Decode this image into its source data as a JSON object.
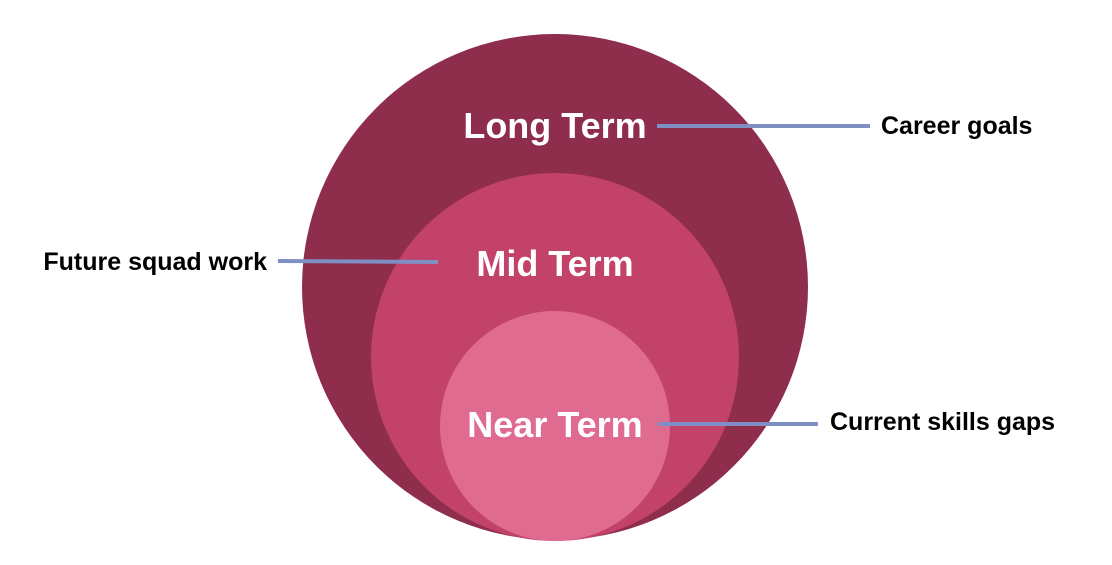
{
  "rings": {
    "outer": {
      "label": "Long Term",
      "color": "#8e2d4c"
    },
    "middle": {
      "label": "Mid Term",
      "color": "#c3426a"
    },
    "inner": {
      "label": "Near Term",
      "color": "#df6b90"
    }
  },
  "callouts": {
    "long_term": "Career goals",
    "mid_term": "Future squad work",
    "near_term": "Current skills gaps"
  },
  "connector_color": "#7f8fc4"
}
